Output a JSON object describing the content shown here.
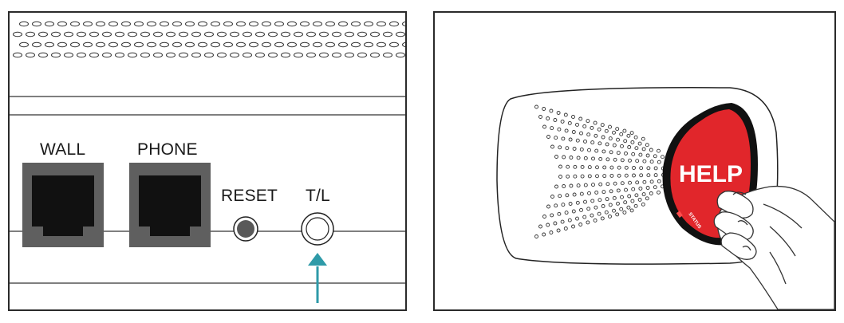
{
  "left_panel": {
    "ports": [
      {
        "id": "wall",
        "label": "WALL"
      },
      {
        "id": "phone",
        "label": "PHONE"
      }
    ],
    "buttons": [
      {
        "id": "reset",
        "label": "RESET"
      },
      {
        "id": "tl",
        "label": "T/L"
      }
    ],
    "arrow_color": "#2e9aa8"
  },
  "right_panel": {
    "help_button_label": "HELP",
    "status_label": "STATUS",
    "help_color": "#e1262b"
  }
}
